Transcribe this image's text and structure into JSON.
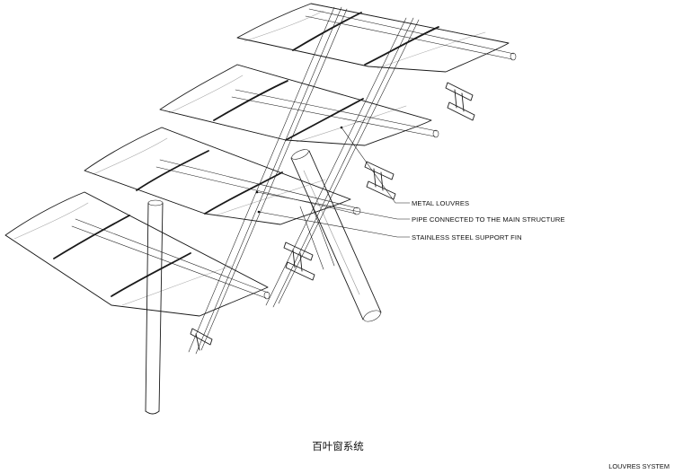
{
  "labels": {
    "metal_louvres": "METAL LOUVRES",
    "pipe": "PIPE CONNECTED TO THE MAIN STRUCTURE",
    "support_fin": "STAINLESS STEEL SUPPORT FIN"
  },
  "caption": {
    "chinese": "百叶窗系统",
    "english": "LOUVRES SYSTEM"
  }
}
